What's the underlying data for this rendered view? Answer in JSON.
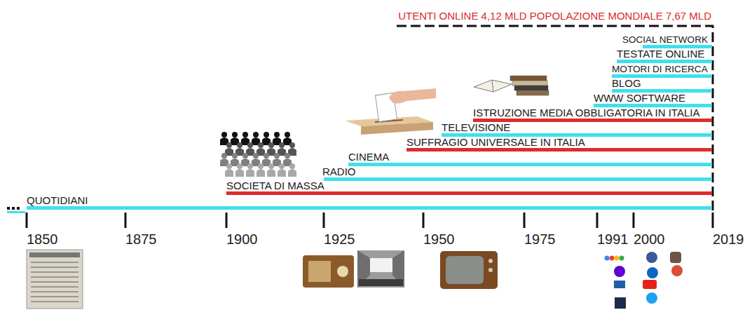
{
  "diagram": {
    "nodes": [
      {
        "text": [
          "SOCIAL NETWORK"
        ]
      },
      {
        "text": [
          "TESTATE ONLINE"
        ]
      },
      {
        "text": [
          "MOTORI DI RICERCA"
        ]
      },
      {
        "text": [
          "BLOG"
        ]
      },
      {
        "text": [
          "WWW SOFTWARE"
        ]
      },
      {
        "text": [
          "ISTRUZIONE MEDIA OBBLIGATORIA IN ITALIA"
        ]
      },
      {
        "text": [
          "TELEVISIONE"
        ]
      },
      {
        "text": [
          "SUFFRAGIO UNIVERSALE IN ITALIA"
        ]
      },
      {
        "text": [
          "CINEMA"
        ]
      },
      {
        "text": [
          "RADIO"
        ]
      },
      {
        "text": [
          "SOCIETA DI MASSA"
        ]
      },
      {
        "text": [
          "QUOTIDIANI"
        ]
      }
    ],
    "labels": [
      "UTENTI ONLINE 4,12 MLD POPOLAZIONE MONDIALE 7,67 MLD",
      "1850",
      "1875",
      "1900",
      "1925",
      "1950",
      "1975",
      "1991",
      "2000",
      "2019"
    ]
  }
}
